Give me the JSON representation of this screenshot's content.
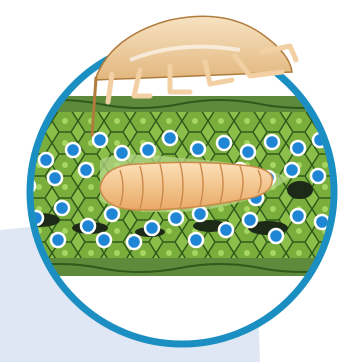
{
  "colors": {
    "background": "#ffffff",
    "backdrop_panel": "#dfe7f4",
    "circle_border": "#1c8fc2",
    "leaf_cell": "#8bbf4a",
    "leaf_cell_dark": "#4f8a2a",
    "leaf_wall": "#2f5a1c",
    "epidermis": "#5e8a3c",
    "air_space": "#1d2a18",
    "cell_dot": "#1f86d6",
    "dot_outline": "#ffffff",
    "larva_body": "#f6c48c",
    "larva_outline": "#c98a4a",
    "insect_body": "#f2d0a3",
    "insect_outline": "#b07c3e"
  },
  "icons": {
    "insect": "adult-leafminer-insect",
    "larva": "leafminer-larva",
    "leaf": "leaf-cross-section",
    "spots": "cell-dot"
  }
}
